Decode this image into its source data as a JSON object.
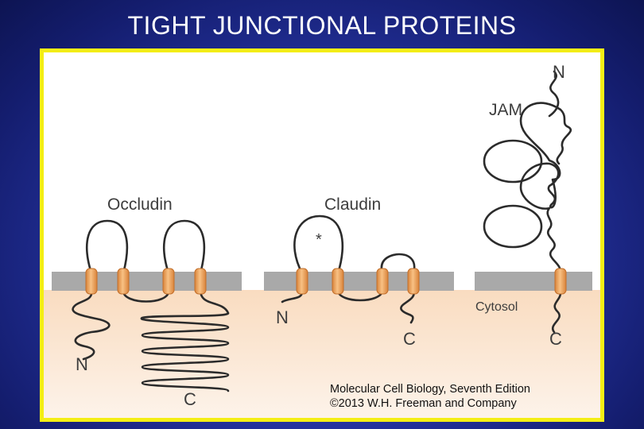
{
  "slide": {
    "title": "TIGHT JUNCTIONAL PROTEINS"
  },
  "figure": {
    "labels": {
      "occludin": "Occludin",
      "claudin": "Claudin",
      "jam": "JAM",
      "cytosol": "Cytosol",
      "occludin_n": "N",
      "occludin_c": "C",
      "claudin_n": "N",
      "claudin_c": "C",
      "jam_n": "N",
      "jam_c": "C",
      "asterisk": "*"
    },
    "credit": {
      "line1": "Molecular Cell Biology, Seventh Edition",
      "line2": "©2013 W.H. Freeman and Company"
    },
    "colors": {
      "frame_border": "#f4ee15",
      "membrane": "#a9a9a9",
      "cytosol_top": "#f9dcc0",
      "tm_helix": "#f3a85a",
      "chain": "#2b2b2b"
    }
  }
}
